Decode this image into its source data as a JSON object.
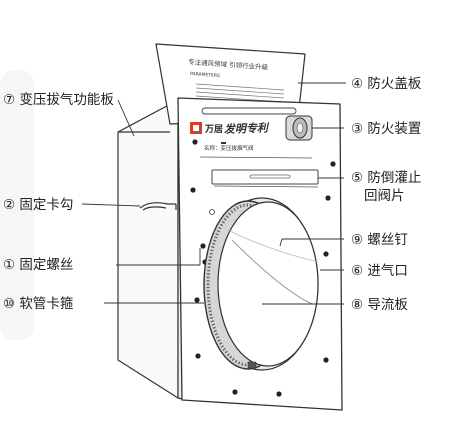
{
  "product": {
    "brand_logo": "万居",
    "brand_script": "发明专利",
    "nameplate": "名称：变压拔烟气阀",
    "cover_line1": "专注通风领域 引领行业升级",
    "cover_line2": "PARAMETERS"
  },
  "callouts": {
    "c4": "④ 防火盖板",
    "c7": "⑦ 变压拔气功能板",
    "c3": "③ 防火装置",
    "c5_line1": "⑤ 防倒灌止",
    "c5_line2": "回阀片",
    "c2": "② 固定卡勾",
    "c9": "⑨ 螺丝钉",
    "c1": "① 固定螺丝",
    "c6": "⑥ 进气口",
    "c10": "⑩ 软管卡箍",
    "c8": "⑧ 导流板"
  },
  "colors": {
    "line": "#333333",
    "brand_red": "#d63a2a",
    "background": "#ffffff",
    "panel_bg": "#f6f6f6"
  }
}
